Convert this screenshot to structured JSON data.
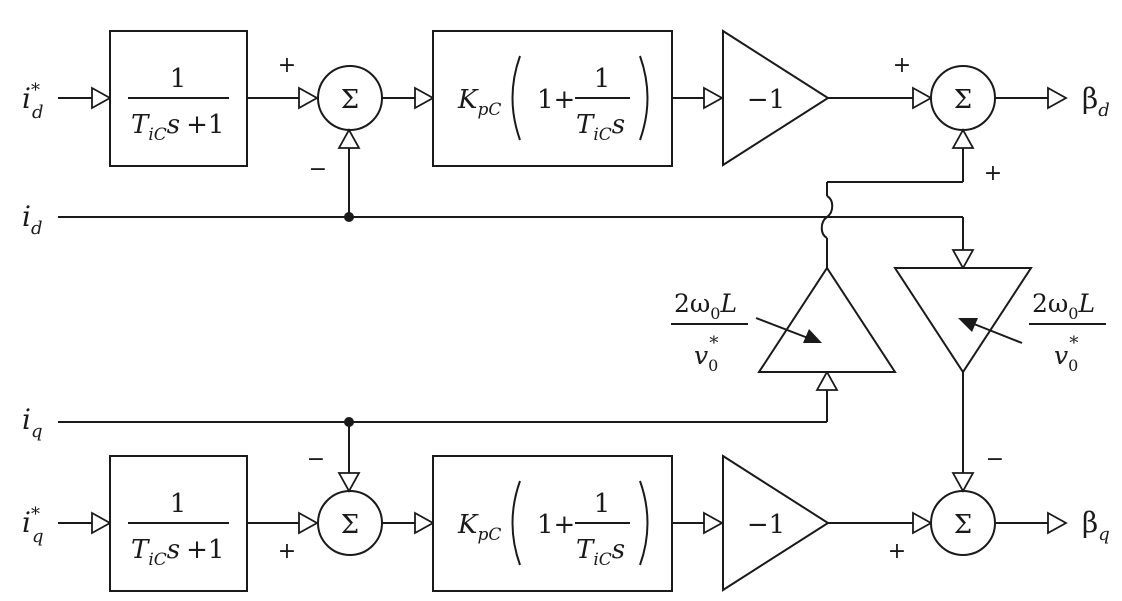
{
  "signals": {
    "id_ref": "i",
    "id_ref_sup": "*",
    "id_ref_sub": "d",
    "id": "i",
    "id_sub": "d",
    "iq": "i",
    "iq_sub": "q",
    "iq_ref": "i",
    "iq_ref_sup": "*",
    "iq_ref_sub": "q",
    "beta_d": "β",
    "beta_d_sub": "d",
    "beta_q": "β",
    "beta_q_sub": "q"
  },
  "filter": {
    "num": "1",
    "den_T": "T",
    "den_sub": "iC",
    "den_s": "s",
    "den_plus": "+1"
  },
  "pi": {
    "K": "K",
    "K_sub": "pC",
    "one_plus": "1+",
    "num": "1",
    "den_T": "T",
    "den_sub": "iC",
    "den_s": "s"
  },
  "gain": {
    "neg_one": "−1"
  },
  "sum": {
    "symbol": "Σ"
  },
  "signs": {
    "plus": "+",
    "minus": "−"
  },
  "decoupling": {
    "num_coef": "2ω",
    "num_sub": "0",
    "num_L": "L",
    "den_v": "v",
    "den_sub": "0",
    "den_sup": "*"
  }
}
